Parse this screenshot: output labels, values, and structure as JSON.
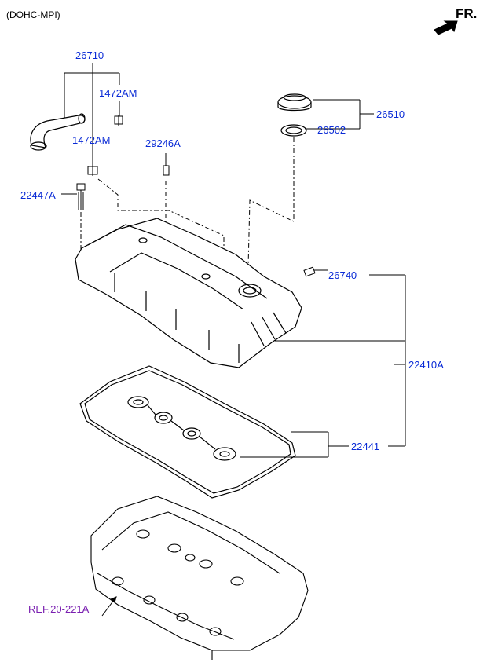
{
  "header": {
    "variant": "(DOHC-MPI)",
    "direction": "FR."
  },
  "reference": "REF.20-221A",
  "colors": {
    "label": "#0a2bd6",
    "reference": "#7a1fb0",
    "line": "#000000"
  },
  "parts": [
    {
      "id": "p26710",
      "number": "26710"
    },
    {
      "id": "p1472AM_a",
      "number": "1472AM"
    },
    {
      "id": "p1472AM_b",
      "number": "1472AM"
    },
    {
      "id": "p29246A",
      "number": "29246A"
    },
    {
      "id": "p22447A",
      "number": "22447A"
    },
    {
      "id": "p26510",
      "number": "26510"
    },
    {
      "id": "p26502",
      "number": "26502"
    },
    {
      "id": "p26740",
      "number": "26740"
    },
    {
      "id": "p22410A",
      "number": "22410A"
    },
    {
      "id": "p22441",
      "number": "22441"
    }
  ]
}
